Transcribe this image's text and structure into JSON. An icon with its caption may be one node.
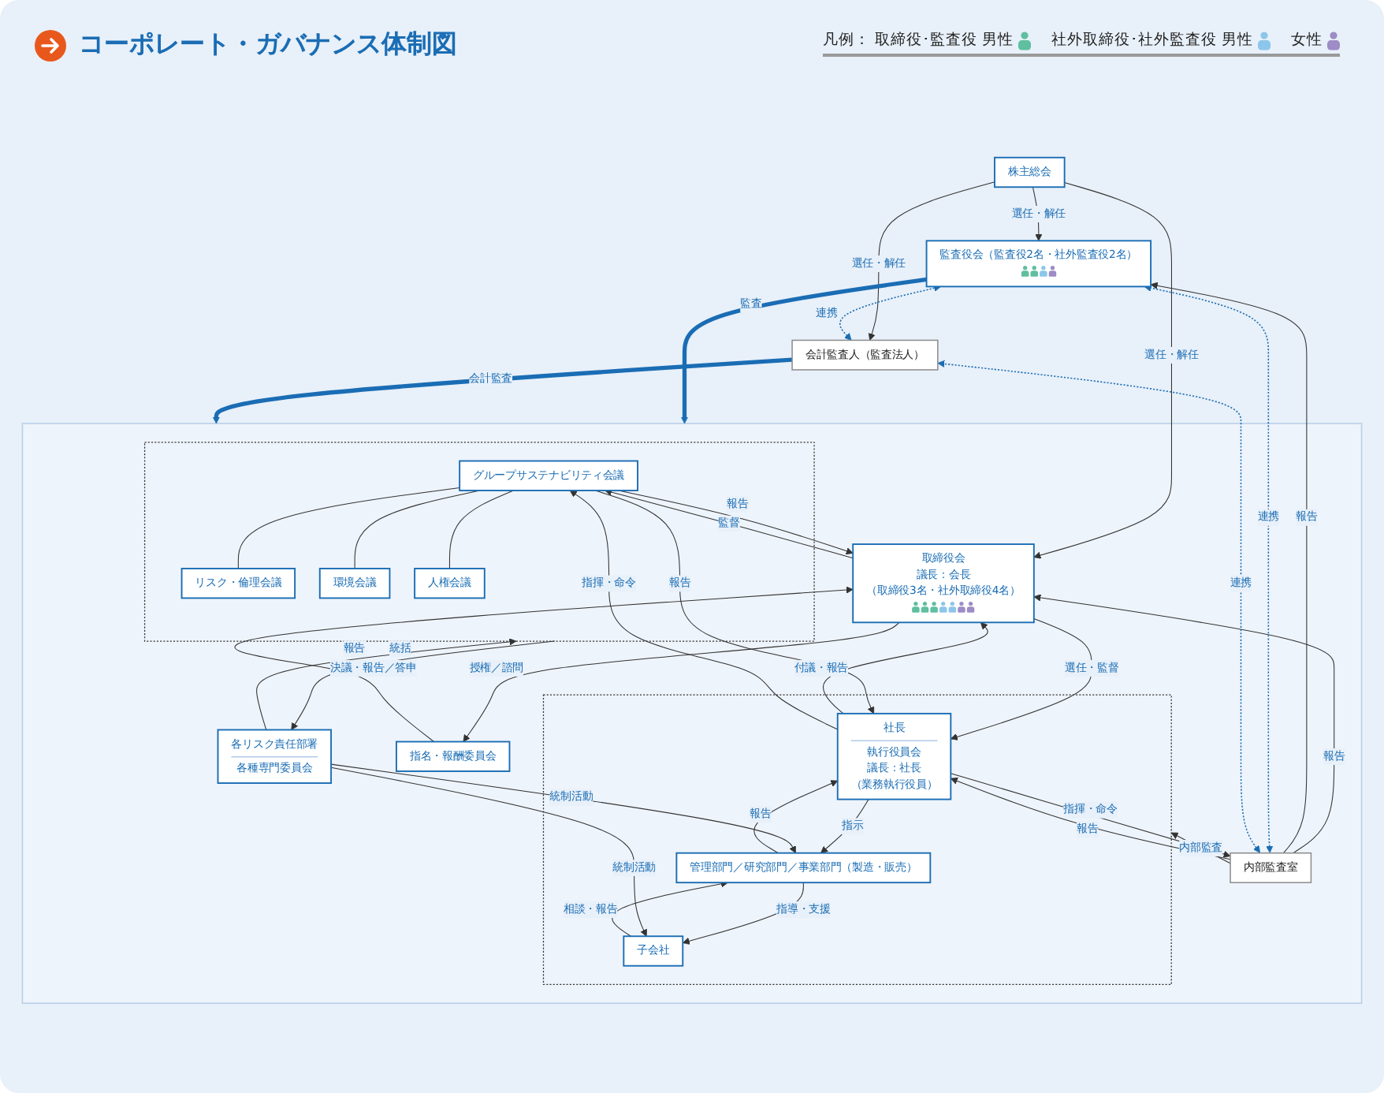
{
  "diagram": {
    "title": "コーポレート・ガバナンス体制図",
    "nodes": [
      {
        "text": [
          "株主総会"
        ]
      },
      {
        "text": [
          "監査役会（監査役2名・社外監査役2名）"
        ]
      },
      {
        "text": [
          "会計監査人（監査法人）"
        ]
      },
      {
        "text": [],
        "shape": "box"
      },
      {
        "text": [
          "指名・報酬委員会"
        ],
        "in": 3
      },
      {
        "text": [
          "取締役会",
          "議長：会長",
          "（取締役3名・社外取締役4名）"
        ],
        "in": 3
      },
      {
        "text": [],
        "shape": "box",
        "in": 3
      },
      {
        "text": [
          "社長",
          "執行役員会",
          "議長：社長",
          "（業務執行役員）"
        ],
        "in": 6
      },
      {
        "text": [
          "管理部門／研究部門／事業部門（製造・販売）"
        ],
        "in": 6
      },
      {
        "text": [
          "子会社"
        ],
        "in": 6
      },
      {
        "text": [
          "内部監査室"
        ],
        "in": 3
      },
      {
        "text": [],
        "shape": "box",
        "in": 3
      },
      {
        "text": [
          "グループサステナビリティ会議"
        ],
        "in": 11
      },
      {
        "text": [
          "リスク・倫理会議"
        ],
        "in": 11
      },
      {
        "text": [
          "環境会議"
        ],
        "in": 11
      },
      {
        "text": [
          "人権会議"
        ],
        "in": 11
      },
      {
        "text": [
          "各リスク責任部署",
          "各種専門委員会"
        ],
        "in": 3
      }
    ],
    "edges": [
      {
        "from": 0,
        "to": 1,
        "arrow": "to",
        "label": "選任・解任"
      },
      {
        "from": 0,
        "to": 5,
        "arrow": "to",
        "label": "選任・解任"
      },
      {
        "from": 0,
        "to": 2,
        "arrow": "to",
        "label": "選任・解任"
      },
      {
        "from": 1,
        "to": 3,
        "arrow": "to",
        "label": "監査",
        "style": "thick",
        "color": "#1a6db4"
      },
      {
        "from": 2,
        "to": 3,
        "arrow": "to",
        "label": "会計監査",
        "style": "thick",
        "color": "#1a6db4"
      },
      {
        "from": 5,
        "to": 4,
        "arrow": "to",
        "label": "授権／諮問"
      },
      {
        "from": 4,
        "to": 5,
        "arrow": "to",
        "label": "決議・報告／答申"
      },
      {
        "from": 5,
        "to": 7,
        "arrow": "to",
        "label": "選任・監督"
      },
      {
        "from": 7,
        "to": 5,
        "arrow": "to",
        "label": "付議・報告"
      },
      {
        "from": 10,
        "to": 5,
        "arrow": "to",
        "label": "報告"
      },
      {
        "from": 10,
        "to": 7,
        "arrow": "to",
        "label": "報告"
      },
      {
        "from": 7,
        "to": 10,
        "arrow": "to",
        "label": "指揮・命令"
      },
      {
        "from": 10,
        "to": 1,
        "arrow": "to",
        "label": "報告"
      },
      {
        "from": 10,
        "to": 1,
        "arrow": "both",
        "label": "連携",
        "style": "dashed",
        "color": "#1a6db4"
      },
      {
        "from": 10,
        "to": 6,
        "arrow": "to",
        "label": "内部監査"
      },
      {
        "from": 7,
        "to": 8,
        "arrow": "to",
        "label": "指示"
      },
      {
        "from": 8,
        "to": 7,
        "arrow": "to",
        "label": "報告"
      },
      {
        "from": 8,
        "to": 9,
        "arrow": "to",
        "label": "指導・支援"
      },
      {
        "from": 9,
        "to": 8,
        "arrow": "to",
        "label": "相談・報告"
      },
      {
        "from": 5,
        "to": 12,
        "arrow": "to",
        "label": "監督"
      },
      {
        "from": 12,
        "to": 5,
        "arrow": "to",
        "label": "報告"
      },
      {
        "from": 7,
        "to": 12,
        "arrow": "to",
        "label": "指揮・命令"
      },
      {
        "from": 12,
        "to": 7,
        "arrow": "to",
        "label": "報告"
      },
      {
        "from": 12,
        "to": 13,
        "arrow": "none"
      },
      {
        "from": 12,
        "to": 14,
        "arrow": "none"
      },
      {
        "from": 12,
        "to": 15,
        "arrow": "none"
      },
      {
        "from": 11,
        "to": 16,
        "arrow": "to",
        "label": "統括"
      },
      {
        "from": 16,
        "to": 11,
        "arrow": "to",
        "label": "報告"
      },
      {
        "from": 16,
        "to": 8,
        "arrow": "to",
        "label": "統制活動"
      },
      {
        "from": 16,
        "to": 9,
        "arrow": "to",
        "label": "統制活動"
      },
      {
        "from": 10,
        "to": 2,
        "arrow": "both",
        "label": "連携",
        "style": "dashed",
        "color": "#1a6db4"
      },
      {
        "from": 1,
        "to": 2,
        "arrow": "both",
        "label": "連携",
        "style": "dashed",
        "color": "#1a6db4"
      }
    ],
    "labels": [
      "凡例："
    ],
    "legend": [
      {
        "text": "取締役･監査役 男性",
        "color": "#5fbf9f"
      },
      {
        "text": "社外取締役･社外監査役 男性",
        "color": "#8cc6ea"
      },
      {
        "text": "女性",
        "color": "#9d8cc6"
      }
    ]
  }
}
